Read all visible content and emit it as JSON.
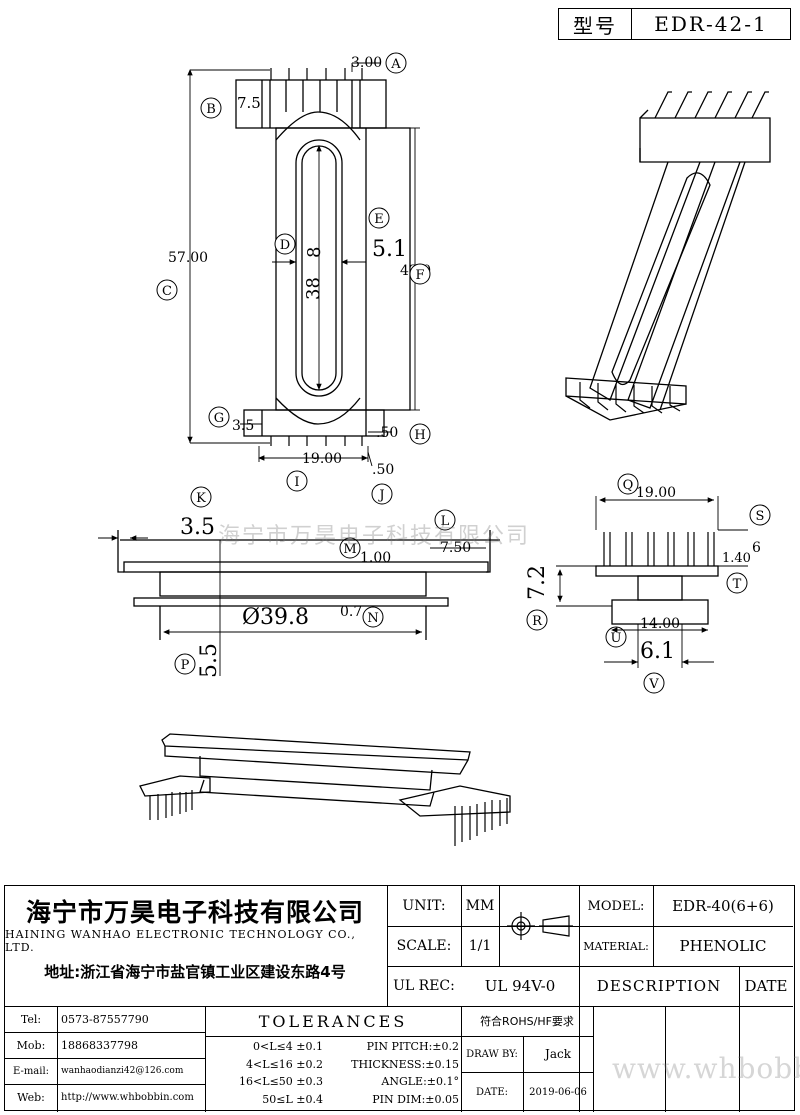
{
  "model_box": {
    "label": "型号",
    "value": "EDR-42-1"
  },
  "callouts": [
    "A",
    "B",
    "C",
    "D",
    "E",
    "F",
    "G",
    "H",
    "I",
    "J",
    "K",
    "L",
    "M",
    "N",
    "P",
    "Q",
    "R",
    "S",
    "T",
    "U",
    "V"
  ],
  "dimensions": {
    "a": "3.00",
    "b": "7.5",
    "c": "57.00",
    "d": "8",
    "d2": "38",
    "e": "5.1",
    "f": "43.0",
    "g": "3.5",
    "h": ".50",
    "i": "19.00",
    "j": ".50",
    "k": "3.5",
    "l": "7.50",
    "m": "1.00",
    "n_dia": "Ø39.8",
    "n": "0.7",
    "p": "5.5",
    "q": "19.00",
    "r": "7.2",
    "s": "6",
    "t": "1.40",
    "u": "14.00",
    "v": "6.1"
  },
  "watermark": "海宁市万昊电子科技有限公司",
  "watermark_url": "www.whbobbin.com",
  "title_block": {
    "company_cn": "海宁市万昊电子科技有限公司",
    "company_en": "HAINING WANHAO ELECTRONIC TECHNOLOGY CO., LTD.",
    "address": "地址:浙江省海宁市盐官镇工业区建设东路4号",
    "unit_label": "UNIT:",
    "unit_value": "MM",
    "scale_label": "SCALE:",
    "scale_value": "1/1",
    "ulrec_label": "UL REC:",
    "ulrec_value": "UL 94V-0",
    "model_label": "MODEL:",
    "model_value": "EDR-40(6+6)",
    "material_label": "MATERIAL:",
    "material_value": "PHENOLIC",
    "description_label": "DESCRIPTION",
    "date_label": "DATE",
    "tel_label": "Tel:",
    "tel_value": "0573-87557790",
    "mob_label": "Mob:",
    "mob_value": "18868337798",
    "email_label": "E-mail:",
    "email_value": "wanhaodianzi42@126.com",
    "web_label": "Web:",
    "web_value": "http://www.whbobbin.com",
    "tolerances_label": "TOLERANCES",
    "tol_lines": [
      "0<L≤4 ±0.1",
      "4<L≤16 ±0.2",
      "16<L≤50 ±0.3",
      "50≤L ±0.4"
    ],
    "pin_lines": [
      "PIN PITCH:±0.2",
      "THICKNESS:±0.15",
      "ANGLE:±0.1°",
      "PIN DIM:±0.05"
    ],
    "rohs": "符合ROHS/HF要求",
    "draw_by_label": "DRAW BY:",
    "draw_by_value": "Jack",
    "date_label2": "DATE:",
    "date_value": "2019-06-06"
  }
}
